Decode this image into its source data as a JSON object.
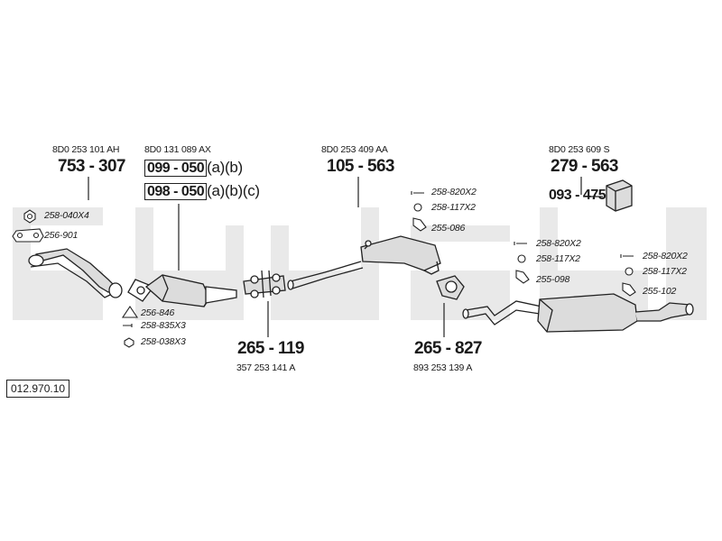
{
  "diagram_id": "012.970.10",
  "brand_watermark": "bosal",
  "parts": {
    "front_pipe": {
      "oem": "8D0 253 101 AH",
      "part_no": "753 - 307"
    },
    "catalyst": {
      "oem": "8D0 131 089 AX",
      "variants": [
        {
          "part_no": "099 - 050",
          "suffix": "(a)(b)"
        },
        {
          "part_no": "098 - 050",
          "suffix": "(a)(b)(c)"
        }
      ]
    },
    "centre_pipe": {
      "part_no": "265 - 119",
      "oem": "357 253 141 A"
    },
    "middle_silencer": {
      "oem": "8D0 253 409 AA",
      "part_no": "105 - 563"
    },
    "connector": {
      "part_no": "265 - 827",
      "oem": "893 253 139 A"
    },
    "rear_silencer": {
      "oem": "8D0 253 609 S",
      "part_no": "279 - 563"
    },
    "mounting_kit": {
      "part_no": "093 - 475"
    }
  },
  "hardware": {
    "front": [
      {
        "code": "258-040X4",
        "icon": "nut-icon"
      },
      {
        "code": "256-901",
        "icon": "flange-gasket-icon"
      }
    ],
    "cat_joint": [
      {
        "code": "256-846",
        "icon": "triangle-gasket-icon"
      },
      {
        "code": "258-835X3",
        "icon": "bolt-icon"
      },
      {
        "code": "258-038X3",
        "icon": "nut-icon"
      }
    ],
    "middle": [
      {
        "code": "258-820X2",
        "icon": "bolt-icon"
      },
      {
        "code": "258-117X2",
        "icon": "ring-icon"
      },
      {
        "code": "255-086",
        "icon": "rubber-hanger-icon"
      }
    ],
    "rear_left": [
      {
        "code": "258-820X2",
        "icon": "bolt-icon"
      },
      {
        "code": "258-117X2",
        "icon": "ring-icon"
      },
      {
        "code": "255-098",
        "icon": "rubber-hanger-icon"
      }
    ],
    "rear_right": [
      {
        "code": "258-820X2",
        "icon": "bolt-icon"
      },
      {
        "code": "258-117X2",
        "icon": "ring-icon"
      },
      {
        "code": "255-102",
        "icon": "rubber-hanger-icon"
      }
    ]
  },
  "colors": {
    "line": "#222222",
    "watermark": "#e9e9e9",
    "part_fill": "#dcdcdc"
  }
}
